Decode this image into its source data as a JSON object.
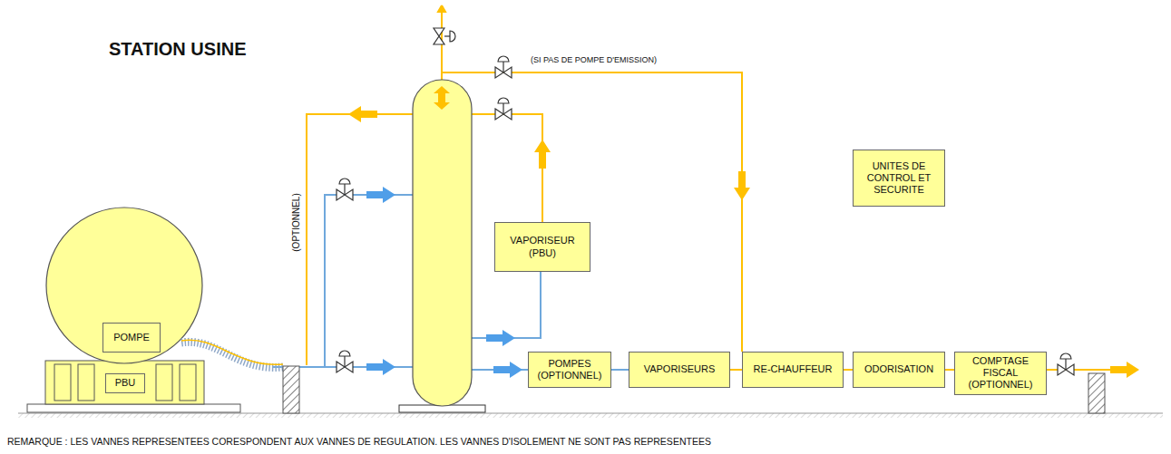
{
  "diagram": {
    "title": "STATION USINE",
    "nodes": [
      {
        "text": [
          "POMPE"
        ]
      },
      {
        "text": [
          "PBU"
        ]
      },
      {
        "text": [
          "VAPORISEUR (PBU)"
        ]
      },
      {
        "text": [
          "POMPES (OPTIONNEL)"
        ]
      },
      {
        "text": [
          "VAPORISEURS"
        ]
      },
      {
        "text": [
          "RE-CHAUFFEUR"
        ]
      },
      {
        "text": [
          "ODORISATION"
        ]
      },
      {
        "text": [
          "COMPTAGE FISCAL (OPTIONNEL)"
        ]
      },
      {
        "text": [
          "UNITES DE CONTROL ET SECURITE"
        ]
      }
    ],
    "edges": [
      {
        "from": 3,
        "to": 4,
        "arrow": "none"
      },
      {
        "from": 4,
        "to": 5,
        "arrow": "none"
      },
      {
        "from": 5,
        "to": 6,
        "arrow": "none"
      },
      {
        "from": 6,
        "to": 7,
        "arrow": "none"
      }
    ],
    "labels": [
      "(SI PAS DE POMPE D'EMISSION)",
      "(OPTIONNEL)",
      "REMARQUE : LES VANNES REPRESENTEES CORESPONDENT AUX VANNES DE REGULATION. LES VANNES D'ISOLEMENT NE SONT PAS REPRESENTEES"
    ]
  }
}
